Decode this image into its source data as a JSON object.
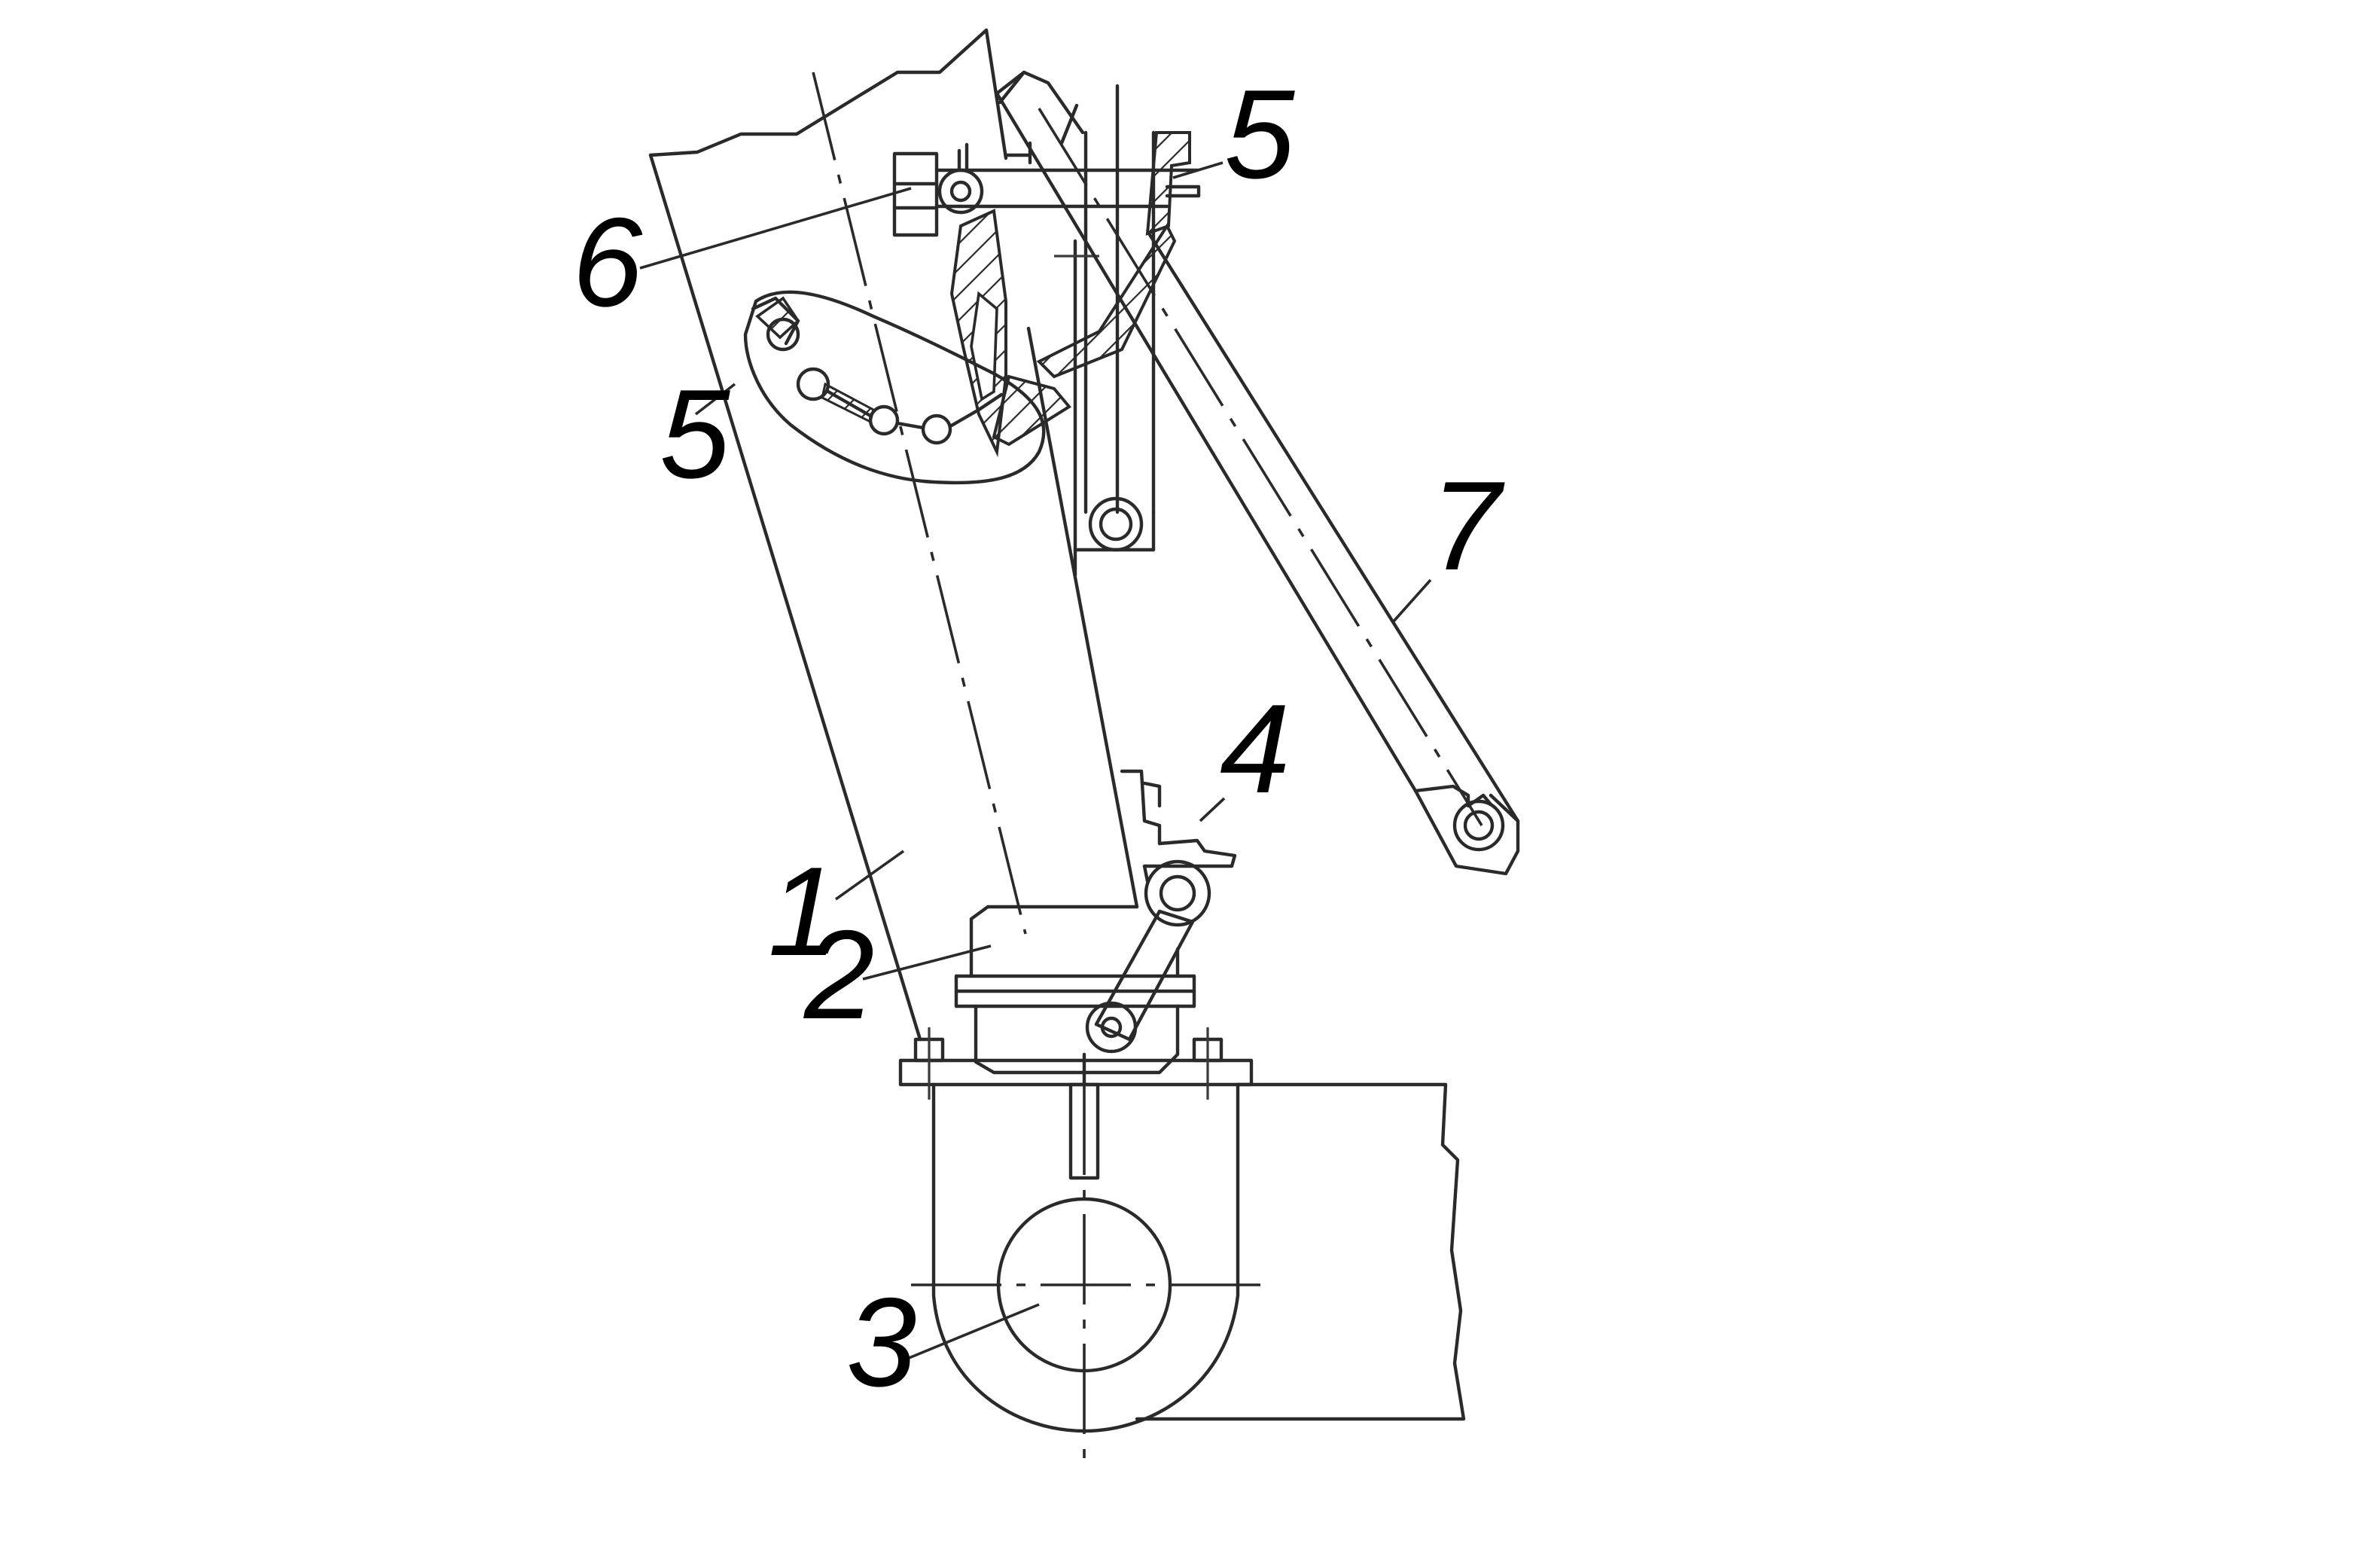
{
  "labels": {
    "part_1": "1",
    "part_2": "2",
    "part_3": "3",
    "part_4": "4",
    "part_5_top": "5",
    "part_5_left": "5",
    "part_6": "6",
    "part_7": "7"
  },
  "colors": {
    "line": "#2a2a2a",
    "text": "#000000",
    "background": "#ffffff"
  }
}
